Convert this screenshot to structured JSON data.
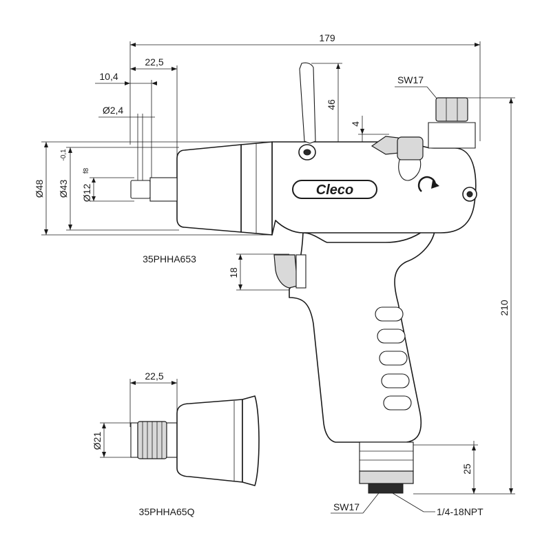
{
  "brand": {
    "logo_text": "Cleco"
  },
  "dimensions": {
    "overall_length": "179",
    "chuck_length": "22,5",
    "spindle_length": "10,4",
    "pin_diameter": "Ø2,4",
    "body_diameter": "Ø48",
    "nose_diameter": "Ø43",
    "nose_tolerance": "-0,1",
    "spindle_diameter": "Ø12",
    "spindle_fit": "f8",
    "lever_height": "46",
    "offset": "4",
    "trigger_height": "18",
    "overall_height": "210",
    "inlet_height": "25",
    "quick_chuck_length": "22,5",
    "quick_chuck_diameter": "Ø21"
  },
  "callouts": {
    "wrench_top": "SW17",
    "wrench_bottom": "SW17",
    "air_inlet": "1/4-18NPT"
  },
  "models": {
    "main": "35PHHA653",
    "variant": "35PHHA65Q"
  }
}
